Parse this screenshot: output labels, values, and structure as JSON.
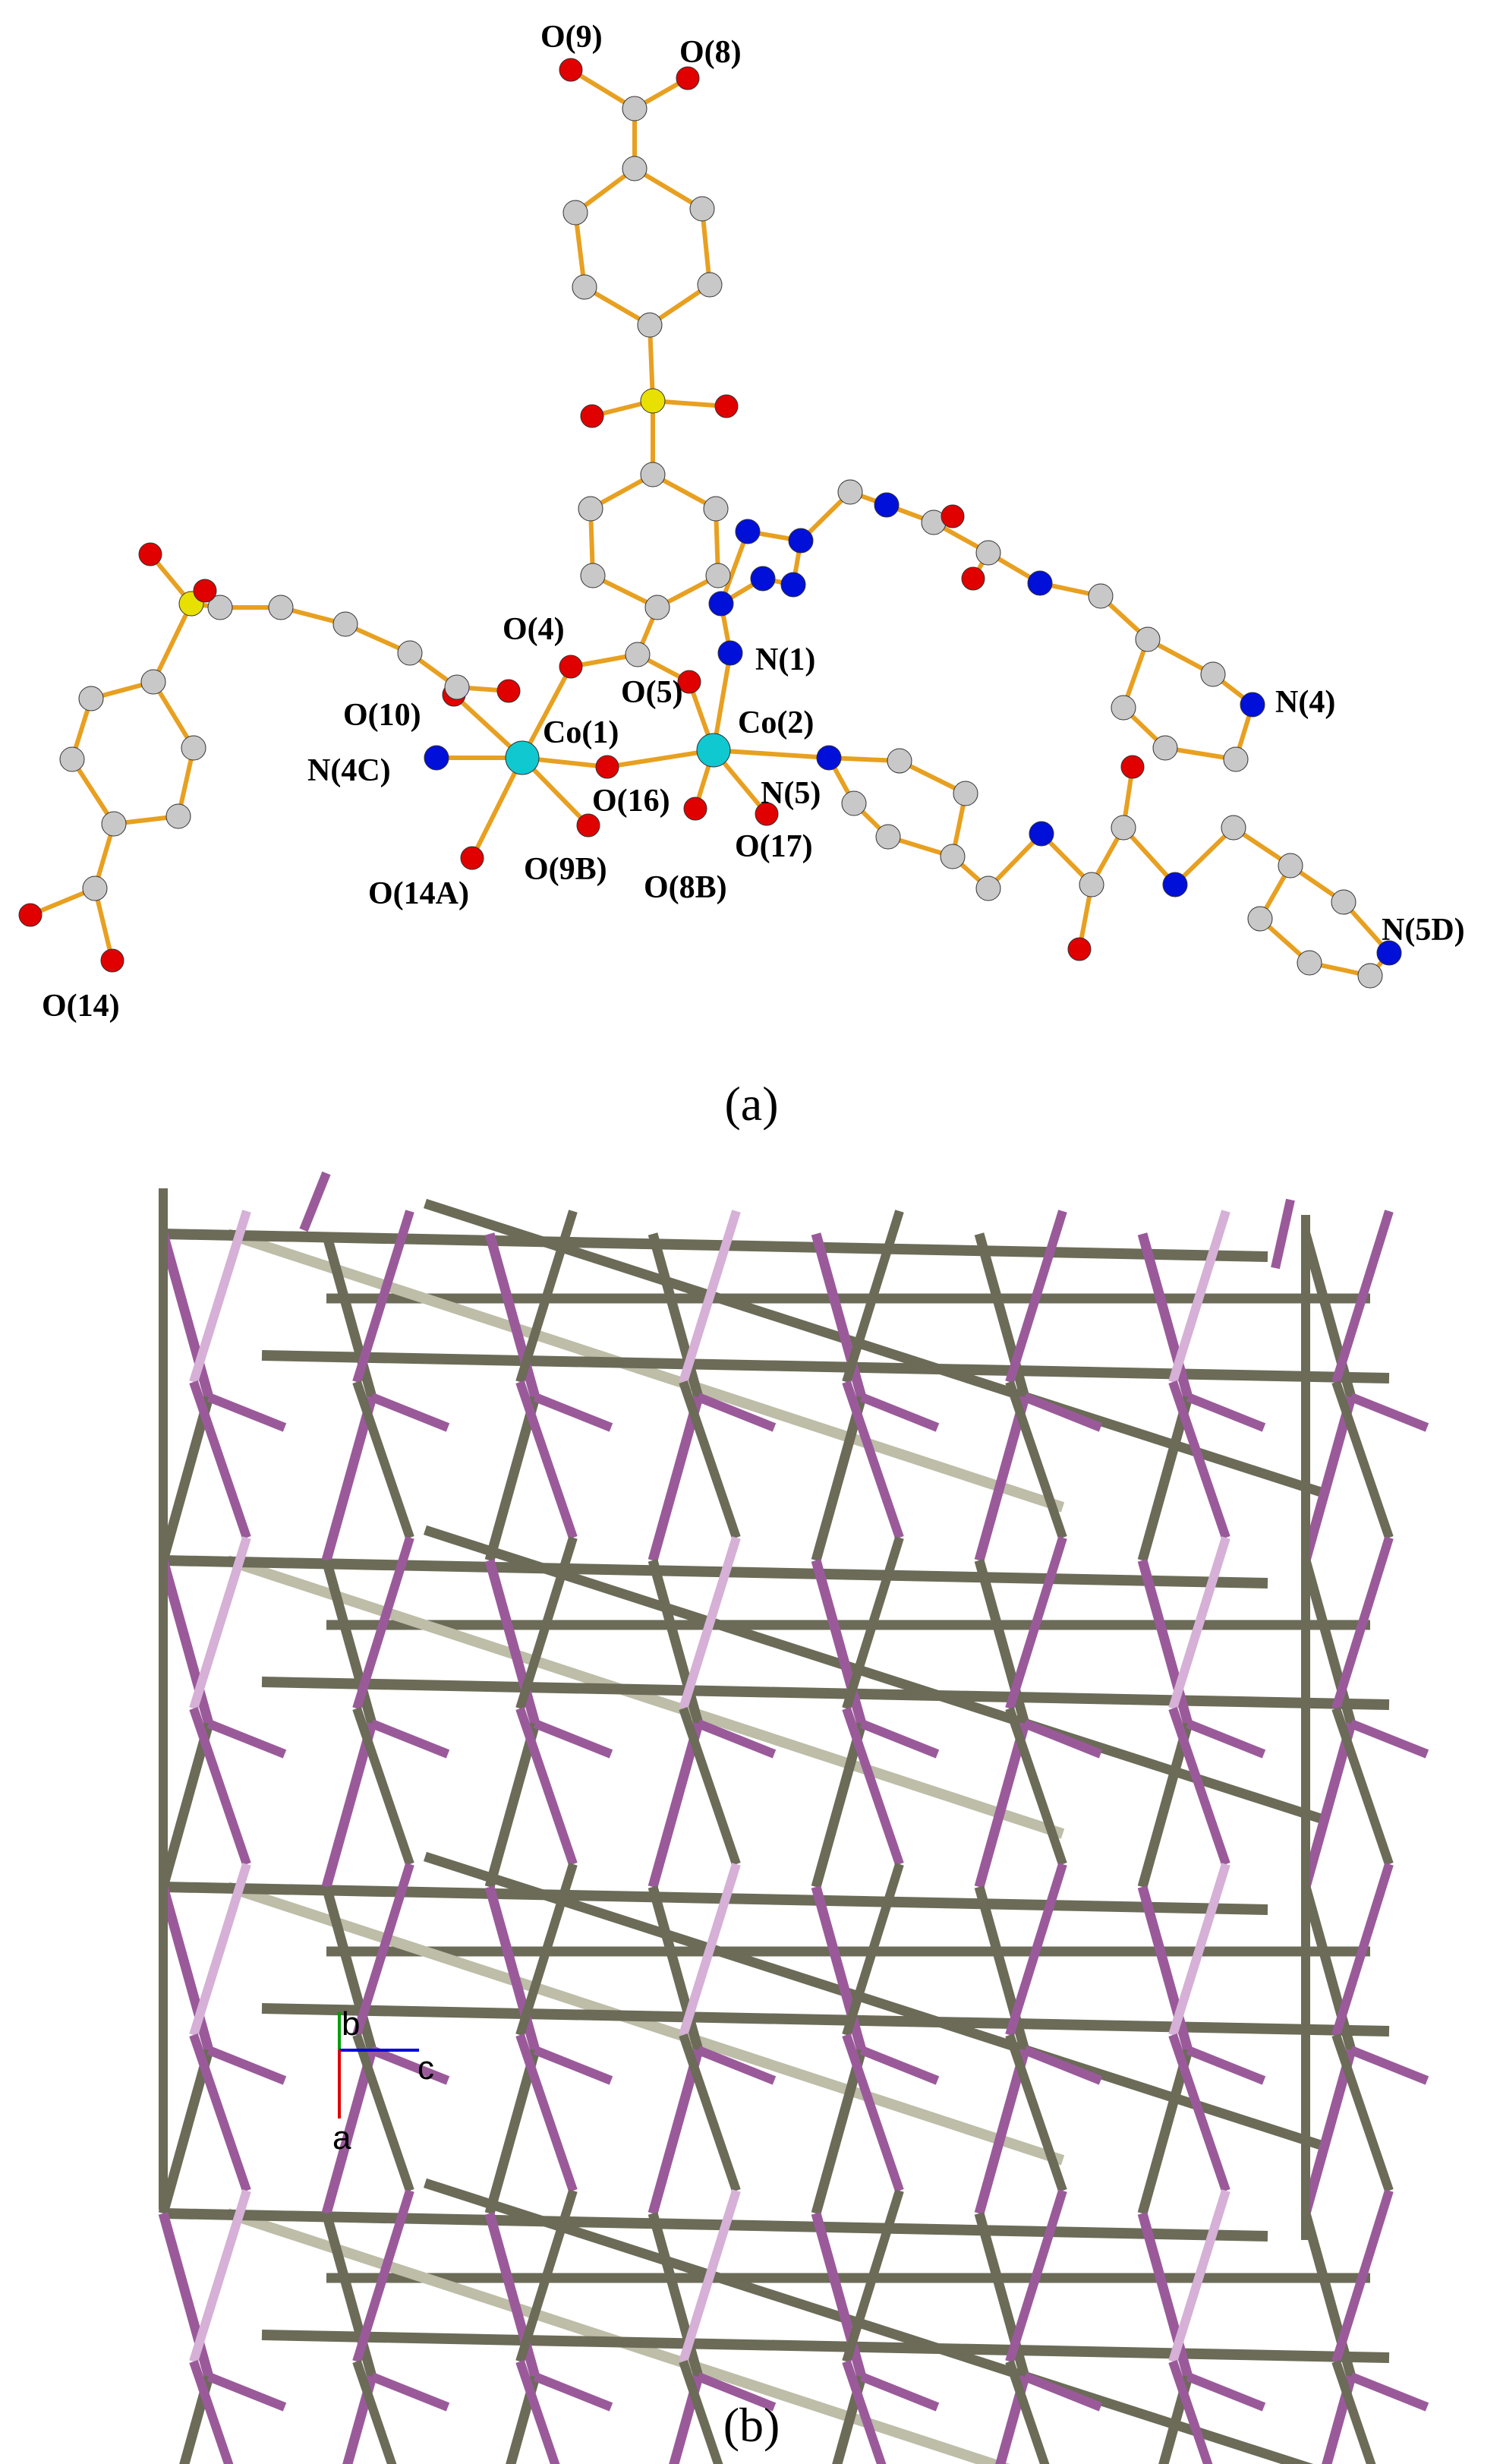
{
  "colors": {
    "bond": "#E8A020",
    "carbon": "#C8C8C8",
    "oxygen": "#E00000",
    "nitrogen": "#0010D8",
    "sulfur": "#E8E000",
    "cobalt": "#10C8D0",
    "rod_gray": "#6B6B58",
    "rod_light": "#BDBDA8",
    "rod_purple": "#9A5A9A",
    "rod_pink": "#D6B0D6",
    "axis_a": "#E00000",
    "axis_b": "#00A000",
    "axis_c": "#0000E0"
  },
  "panel_a": {
    "label": "(a)",
    "atom_labels": {
      "O9": "O(9)",
      "O8": "O(8)",
      "O4": "O(4)",
      "O5": "O(5)",
      "N1": "N(1)",
      "O10": "O(10)",
      "Co1": "Co(1)",
      "Co2": "Co(2)",
      "N4C": "N(4C)",
      "O16": "O(16)",
      "N5": "N(5)",
      "N4": "N(4)",
      "O17": "O(17)",
      "O14A": "O(14A)",
      "O9B": "O(9B)",
      "O8B": "O(8B)",
      "N5D": "N(5D)",
      "O14": "O(14)"
    }
  },
  "panel_b": {
    "label": "(b)",
    "axes": {
      "a": "a",
      "b": "b",
      "c": "c"
    }
  }
}
